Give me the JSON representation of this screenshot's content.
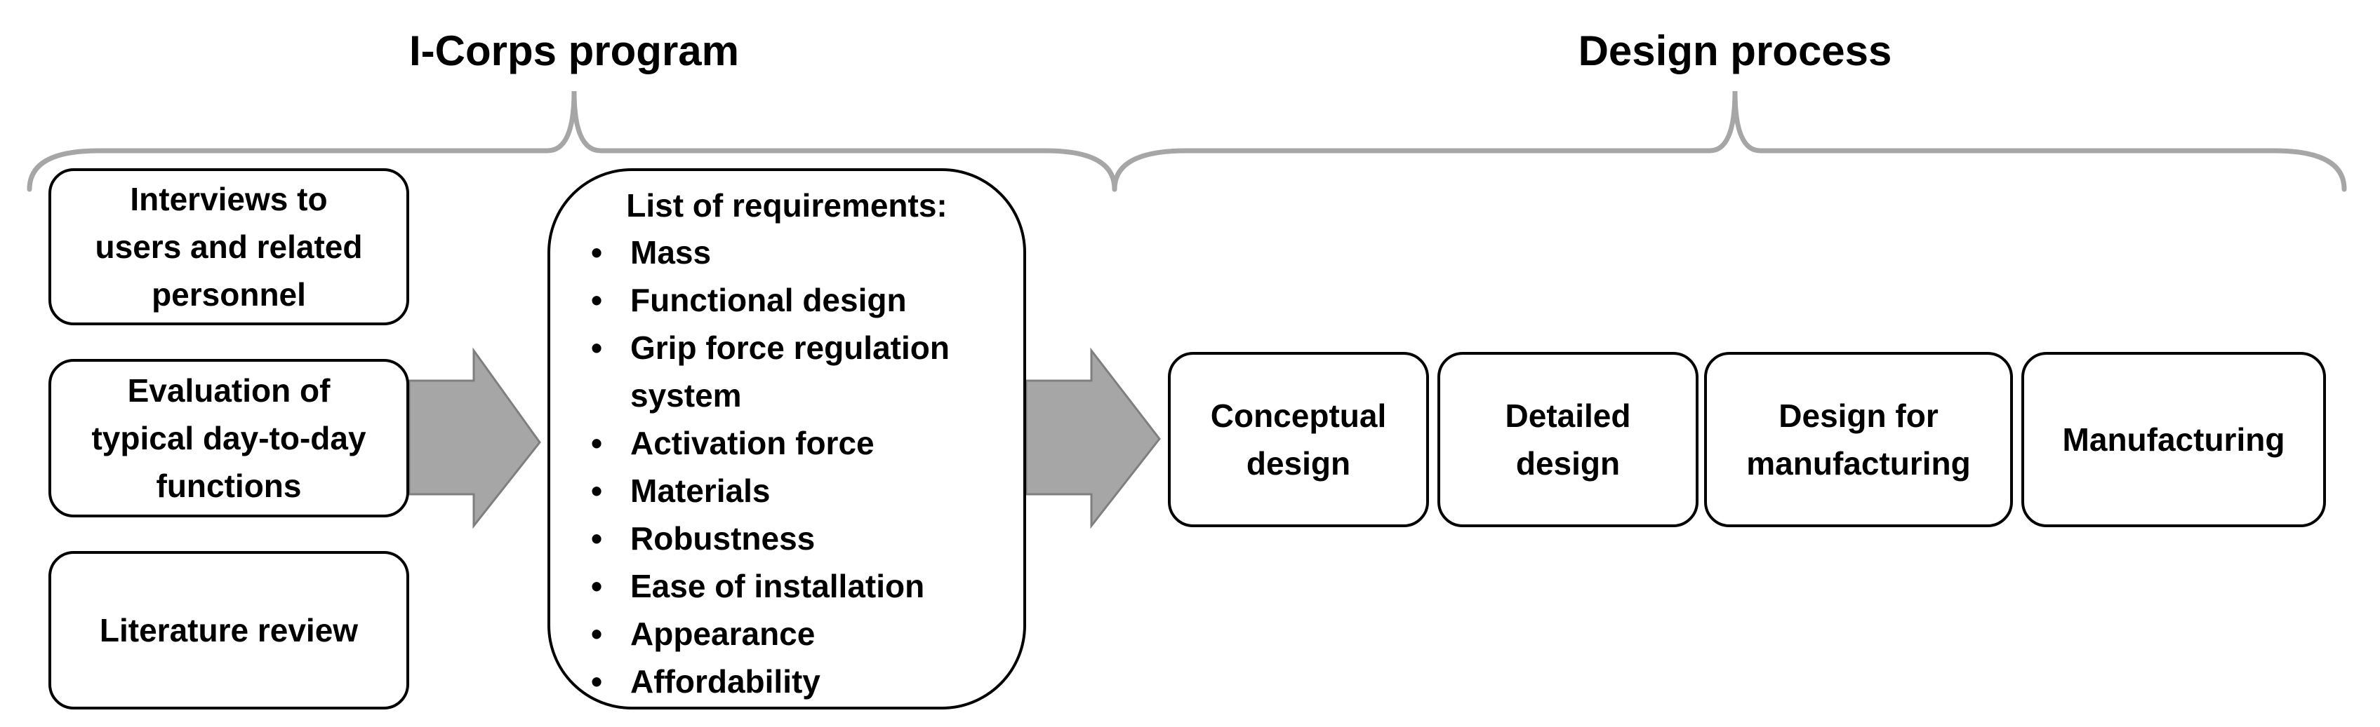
{
  "headers": {
    "icorps": "I-Corps program",
    "design": "Design process"
  },
  "inputs": [
    [
      "Interviews to",
      "users and related",
      "personnel"
    ],
    [
      "Evaluation of",
      "typical day-to-day",
      "functions"
    ],
    [
      "Literature review"
    ]
  ],
  "requirements": {
    "title": "List of requirements:",
    "items": [
      [
        "Mass"
      ],
      [
        "Functional design"
      ],
      [
        "Grip force regulation",
        "system"
      ],
      [
        "Activation force"
      ],
      [
        "Materials"
      ],
      [
        "Robustness"
      ],
      [
        "Ease of installation"
      ],
      [
        "Appearance"
      ],
      [
        "Affordability"
      ]
    ]
  },
  "stages": [
    [
      "Conceptual",
      "design"
    ],
    [
      "Detailed",
      "design"
    ],
    [
      "Design for",
      "manufacturing"
    ],
    [
      "Manufacturing"
    ]
  ],
  "colors": {
    "brace": "#a6a6a6",
    "arrow_fill": "#a6a6a6",
    "arrow_stroke": "#7f7f7f",
    "box_border": "#000000"
  }
}
